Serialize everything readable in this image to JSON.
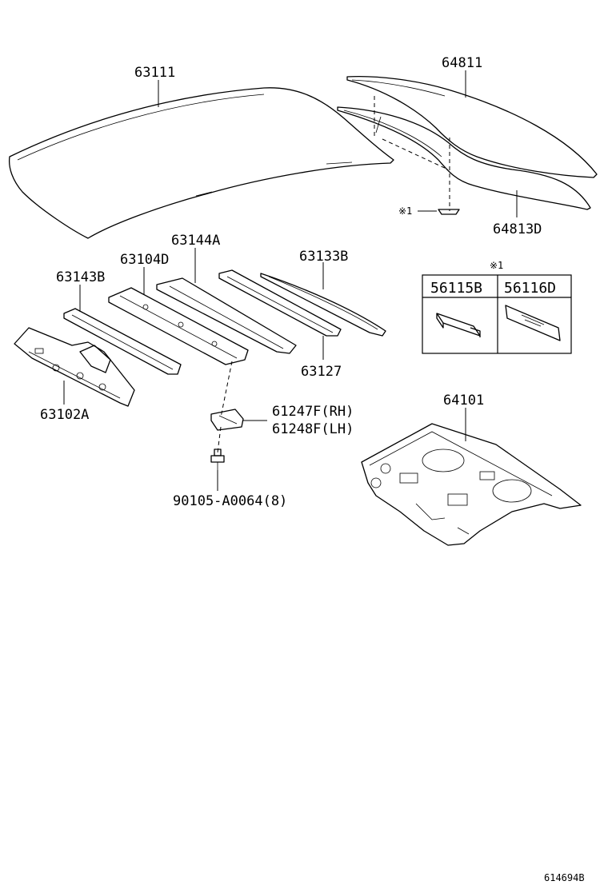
{
  "parts": {
    "p63111": "63111",
    "p64811": "64811",
    "p64813d": "64813D",
    "p63144a": "63144A",
    "p63104d": "63104D",
    "p63133b": "63133B",
    "p63143b": "63143B",
    "p63127": "63127",
    "p63102a": "63102A",
    "p61247f": "61247F(RH)",
    "p61248f": "61248F(LH)",
    "p90105": "90105-A0064(8)",
    "p64101": "64101"
  },
  "callouts": {
    "note_mark_1": "※1",
    "note_mark_2": "※1"
  },
  "inset_box": {
    "left_part": "56115B",
    "right_part": "56116D"
  },
  "diagram_id": "614694B"
}
